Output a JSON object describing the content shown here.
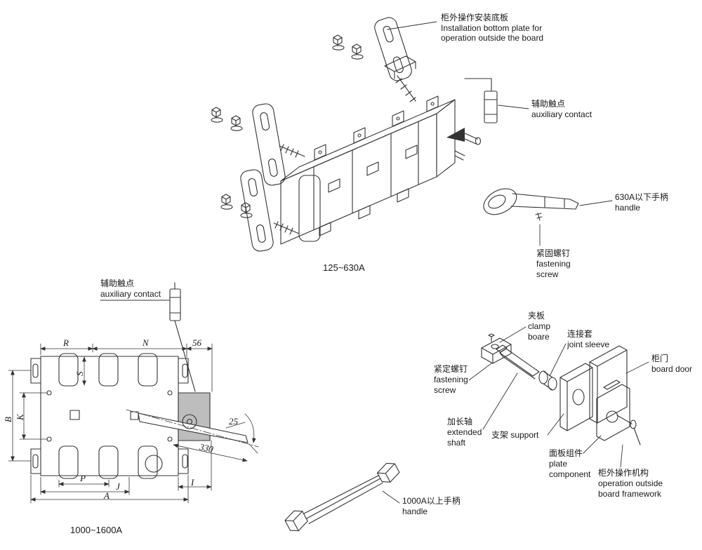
{
  "top_diagram": {
    "caption": "125~630A",
    "labels": {
      "install_plate_zh": "柜外操作安装底板",
      "install_plate_en1": "Installation bottom plate for",
      "install_plate_en2": "operation outside the board",
      "aux_contact_zh": "辅助触点",
      "aux_contact_en": "auxiliary contact",
      "handle_zh": "630A以下手柄",
      "handle_en": "handle",
      "fastening_screw_zh": "紧固螺钉",
      "fastening_screw_en1": "fastening",
      "fastening_screw_en2": "screw"
    }
  },
  "dim_diagram": {
    "caption": "1000~1600A",
    "labels": {
      "aux_contact_zh": "辅助触点",
      "aux_contact_en": "auxiliary contact"
    },
    "dims": {
      "R": "R",
      "N": "N",
      "n56": "56",
      "S": "S",
      "B": "B",
      "K": "K",
      "n25": "25",
      "n330": "330",
      "P": "P",
      "J": "J",
      "I": "I",
      "A": "A"
    }
  },
  "exploded_diagram": {
    "labels": {
      "clamp_zh": "夹板",
      "clamp_en1": "clamp",
      "clamp_en2": "boare",
      "joint_sleeve_zh": "连接套",
      "joint_sleeve_en": "joint sleeve",
      "board_door_zh": "柜门",
      "board_door_en": "board door",
      "set_screw_zh": "紧定螺钉",
      "set_screw_en1": "fastening",
      "set_screw_en2": "screw",
      "extended_shaft_zh": "加长轴",
      "extended_shaft_en1": "extended",
      "extended_shaft_en2": "shaft",
      "support": "支架 support",
      "plate_component_zh": "面板组件",
      "plate_component_en1": "plate",
      "plate_component_en2": "component",
      "mechanism_zh": "柜外操作机构",
      "mechanism_en1": "operation outside",
      "mechanism_en2": "board framework",
      "handle_zh": "1000A以上手柄",
      "handle_en": "handle"
    }
  },
  "colors": {
    "line": "#333333",
    "background": "#ffffff",
    "handle_block_fill": "#bdbdbd"
  }
}
